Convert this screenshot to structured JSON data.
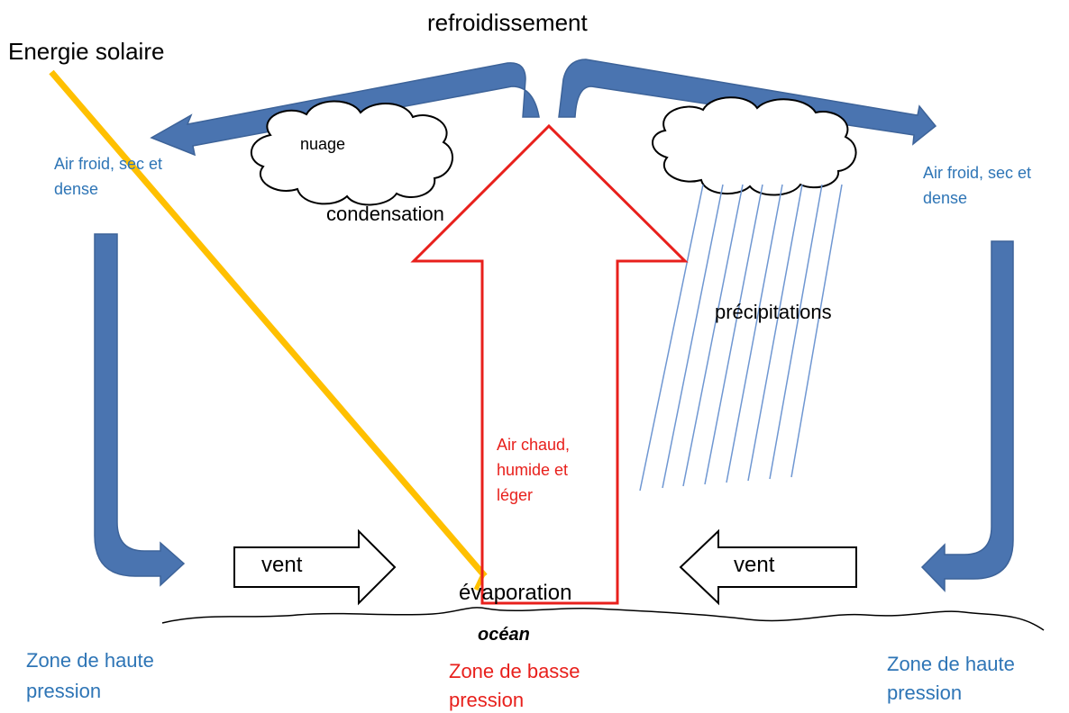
{
  "labels": {
    "top": "refroidissement",
    "solar": "Energie solaire",
    "cloud": "nuage",
    "condensation": "condensation",
    "cold_left_1": "Air froid, sec et",
    "cold_left_2": "dense",
    "cold_right_1": "Air froid, sec et",
    "cold_right_2": "dense",
    "precip": "précipitations",
    "warm_1": "Air chaud,",
    "warm_2": "humide et",
    "warm_3": "léger",
    "wind_left": "vent",
    "wind_right": "vent",
    "evaporation": "évaporation",
    "ocean": "océan",
    "high_left_1": "Zone de haute",
    "high_left_2": "pression",
    "low_1": "Zone de basse",
    "low_2": "pression",
    "high_right_1": "Zone de haute",
    "high_right_2": "pression"
  },
  "colors": {
    "circulation_arrows": "#4a74b0",
    "solar_ray": "#ffc000",
    "warm_air": "#e8201c",
    "cold_text": "#2e75b6",
    "rain": "#6f97d2"
  }
}
